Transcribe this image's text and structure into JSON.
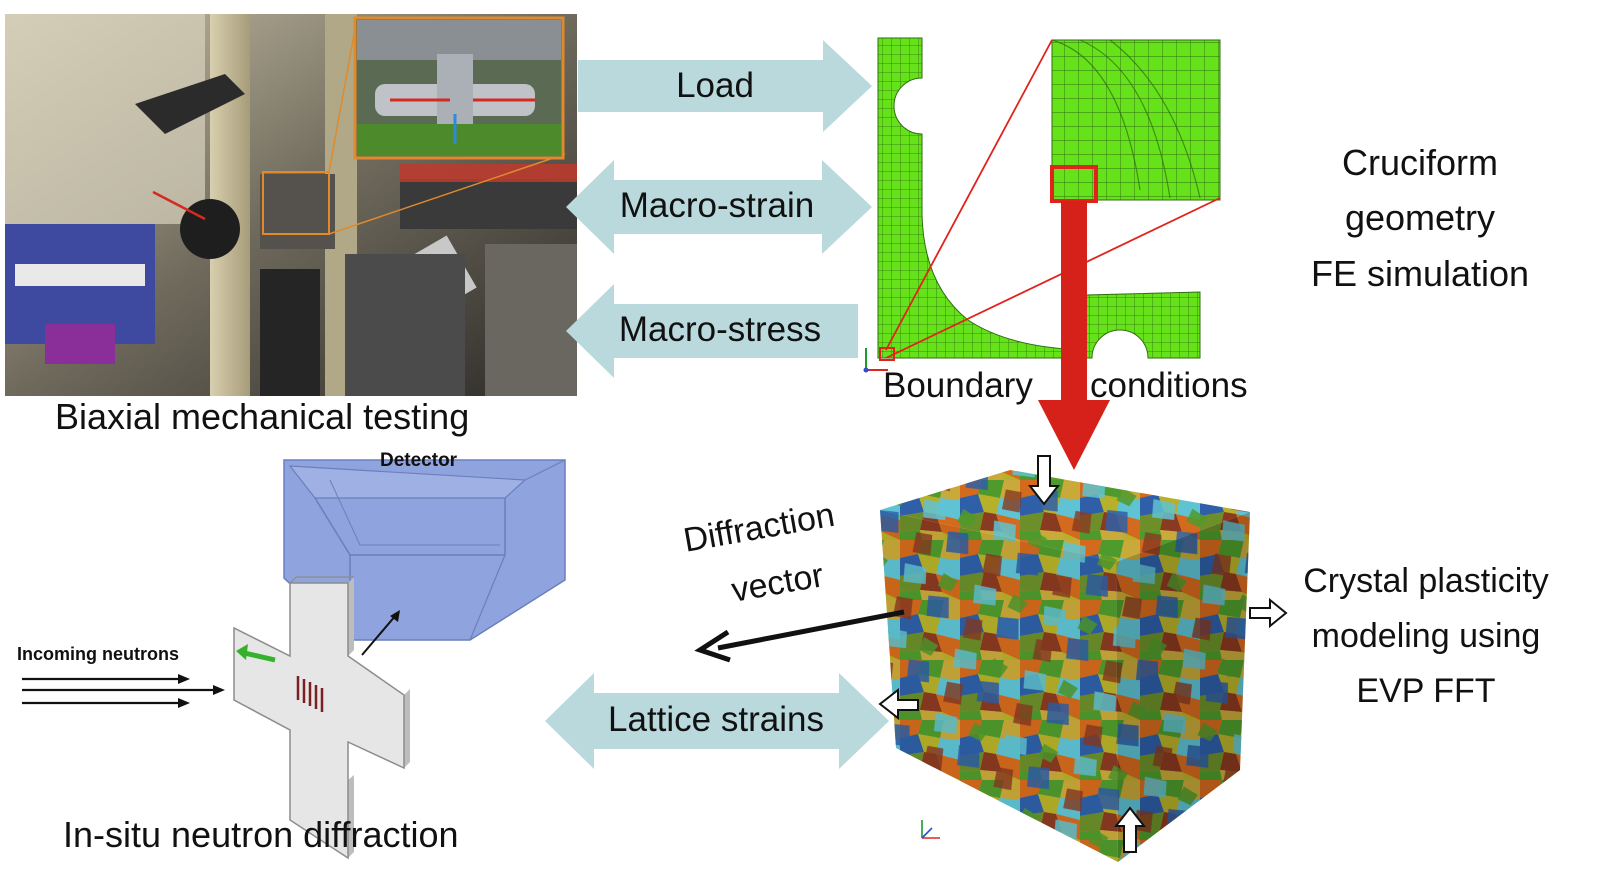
{
  "labels": {
    "biaxial": "Biaxial mechanical testing",
    "load": "Load",
    "macro_strain": "Macro-strain",
    "macro_stress": "Macro-stress",
    "boundary": "Boundary",
    "conditions": "conditions",
    "cruciform_1": "Cruciform",
    "cruciform_2": "geometry",
    "cruciform_3": "FE simulation",
    "detector": "Detector",
    "incoming": "Incoming neutrons",
    "in_situ": "In-situ neutron diffraction",
    "diffraction_1": "Diffraction",
    "diffraction_2": "vector",
    "lattice": "Lattice strains",
    "crystal_1": "Crystal plasticity",
    "crystal_2": "modeling using",
    "crystal_3": "EVP FFT"
  },
  "colors": {
    "arrow_fill": "#b9d9dd",
    "mesh_green": "#66e21a",
    "mesh_line": "#2e6e10",
    "zoom_red": "#e0231b",
    "detector_blue": "#8fa3de",
    "detector_edge": "#6b7fbd",
    "specimen_grey": "#e6e6e6",
    "beam_green": "#35b12b",
    "grain_colors": [
      "#b7b02a",
      "#d46a1d",
      "#4f9a2c",
      "#2e5fa8",
      "#5fc3d3",
      "#8a3a20",
      "#c9a93a",
      "#6c8f2a"
    ]
  },
  "icons": {
    "photo": "testing-machine-photo",
    "mesh": "fe-mesh-quarter-cruciform",
    "zoom": "mesh-zoom-inset",
    "detector": "neutron-detector-box",
    "specimen": "cruciform-specimen",
    "cube": "polycrystal-rve-cube"
  }
}
